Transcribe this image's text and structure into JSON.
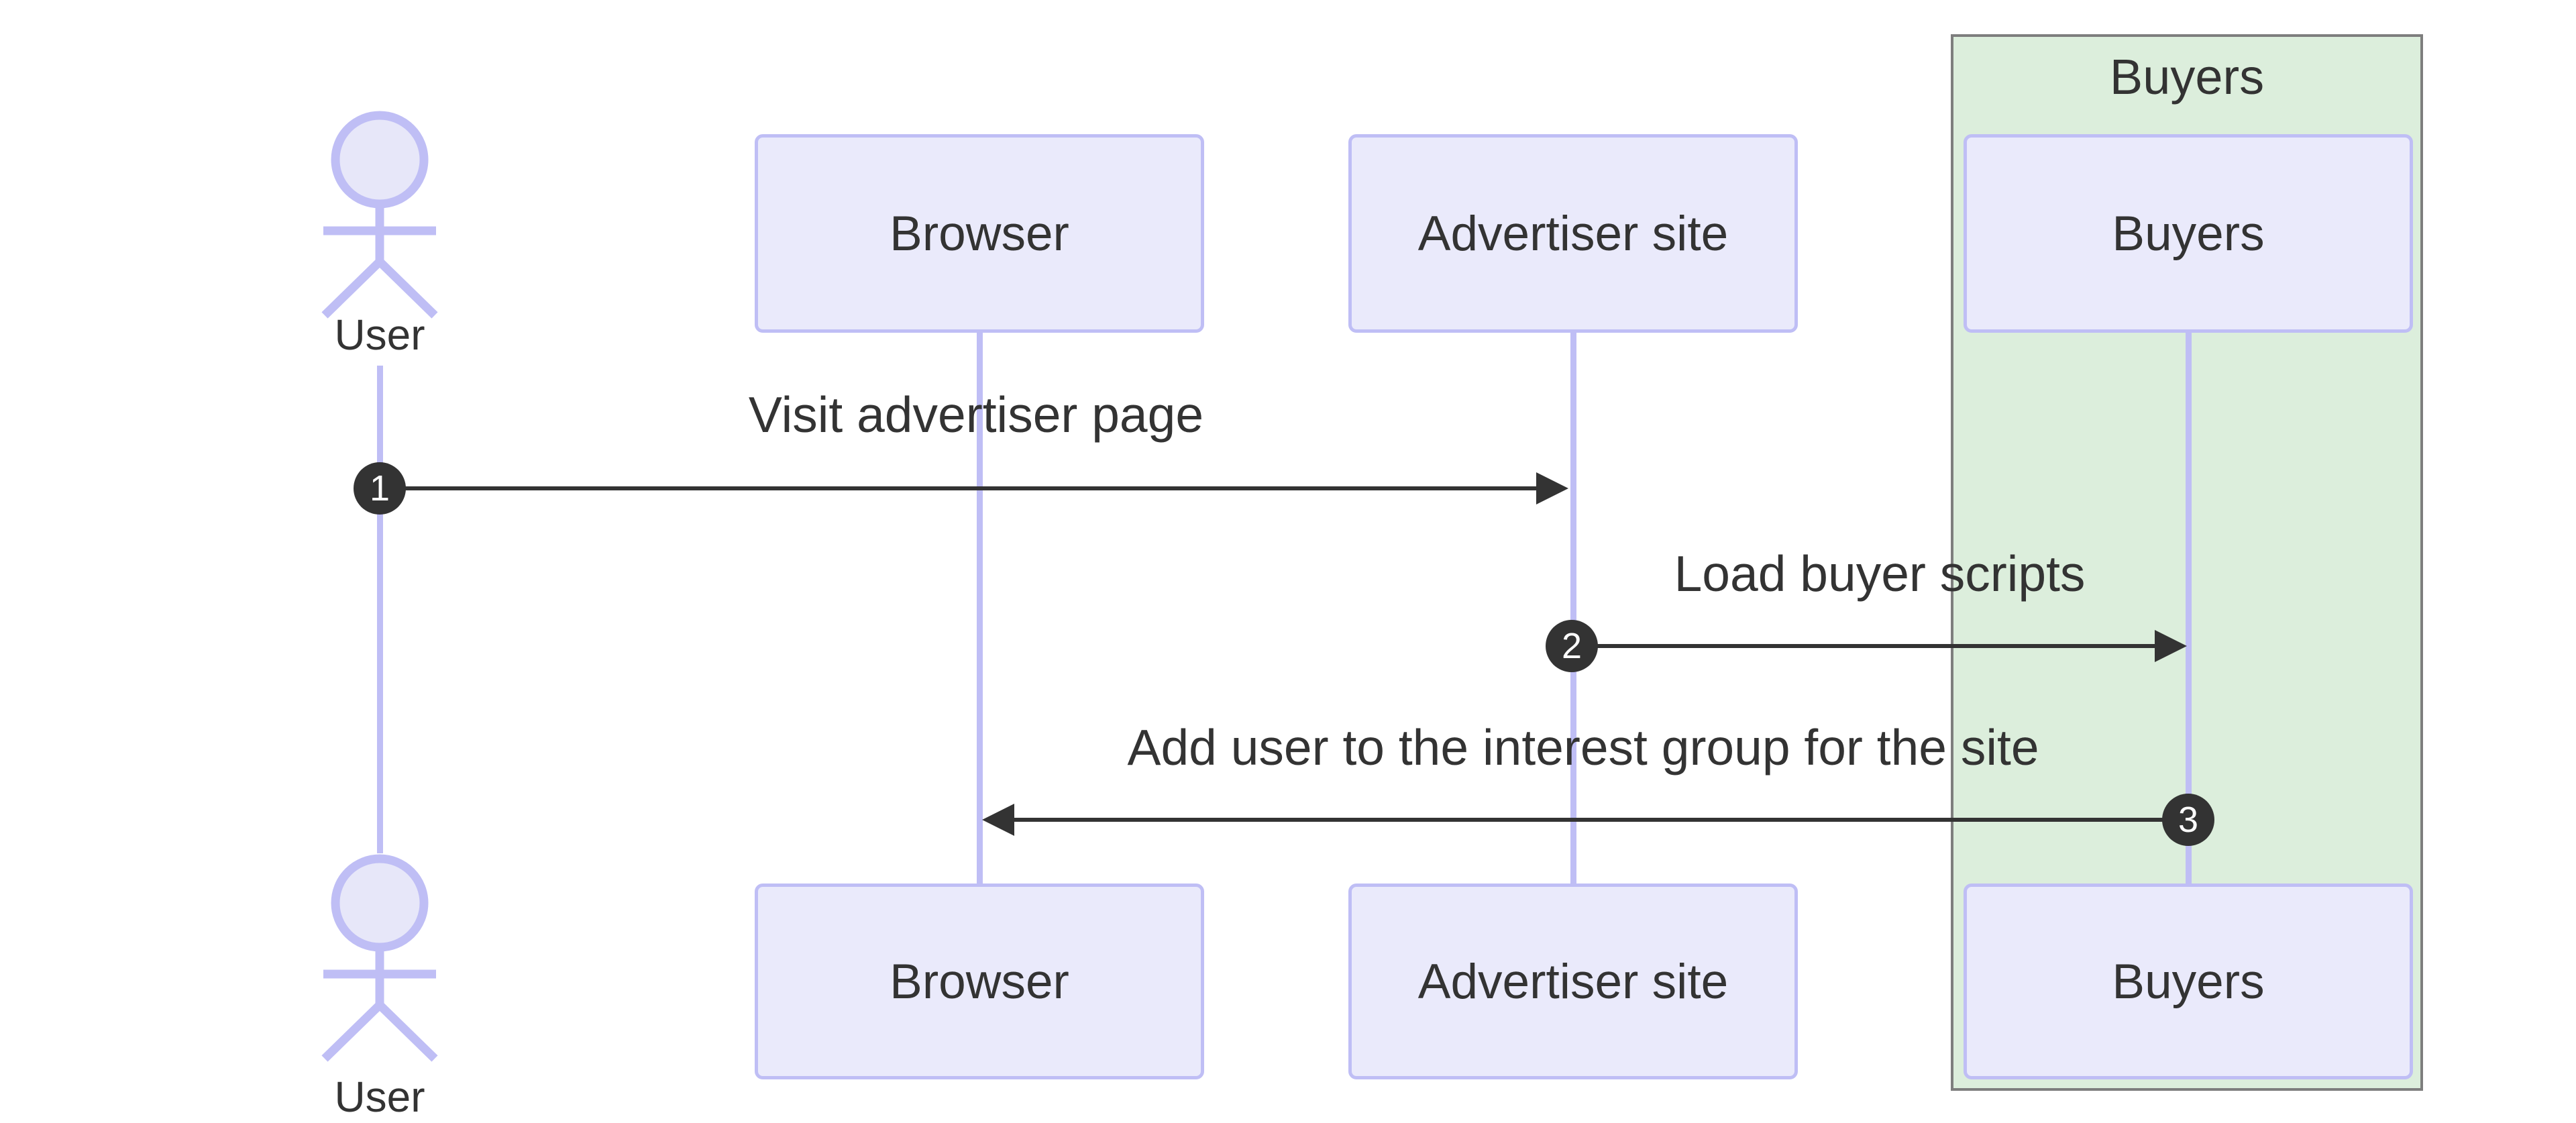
{
  "diagram_type": "sequence-diagram",
  "actor": {
    "label": "User"
  },
  "group": {
    "label": "Buyers"
  },
  "participants": [
    {
      "label": "Browser"
    },
    {
      "label": "Advertiser site"
    },
    {
      "label": "Buyers"
    }
  ],
  "messages": [
    {
      "number": "1",
      "label": "Visit advertiser page",
      "from": "User",
      "to": "Advertiser site",
      "direction": "right"
    },
    {
      "number": "2",
      "label": "Load buyer scripts",
      "from": "Advertiser site",
      "to": "Buyers",
      "direction": "right"
    },
    {
      "number": "3",
      "label": "Add user to the interest group for the site",
      "from": "Buyers",
      "to": "Browser",
      "direction": "left"
    }
  ],
  "colors": {
    "participant_fill": "#EAEAFB",
    "participant_stroke": "#BFBEF5",
    "lifeline": "#BFBEF5",
    "group_fill": "#DCEEDC",
    "group_stroke": "#7E7E7E",
    "ink": "#333333",
    "badge_bg": "#333333",
    "badge_fg": "#FFFFFF",
    "background": "#FFFFFF"
  }
}
